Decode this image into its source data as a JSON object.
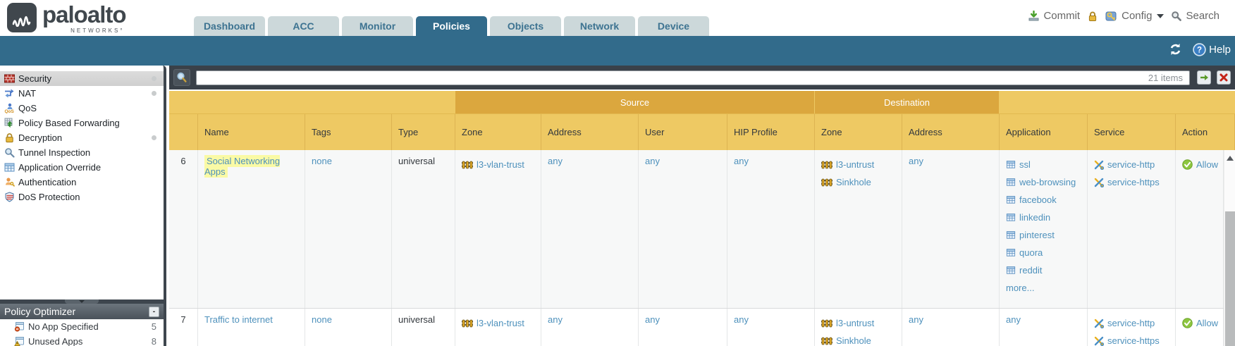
{
  "header": {
    "brand": {
      "name": "paloalto",
      "sub": "NETWORKS°"
    },
    "tabs": [
      {
        "label": "Dashboard"
      },
      {
        "label": "ACC"
      },
      {
        "label": "Monitor"
      },
      {
        "label": "Policies"
      },
      {
        "label": "Objects"
      },
      {
        "label": "Network"
      },
      {
        "label": "Device"
      }
    ],
    "active_tab": "Policies",
    "commit_label": "Commit",
    "config_label": "Config",
    "search_label": "Search",
    "help_label": "Help"
  },
  "sidebar": {
    "items": [
      {
        "label": "Security",
        "icon": "security-icon",
        "selected": true,
        "dot": true
      },
      {
        "label": "NAT",
        "icon": "nat-icon",
        "dot": true
      },
      {
        "label": "QoS",
        "icon": "qos-icon"
      },
      {
        "label": "Policy Based Forwarding",
        "icon": "policy-based-forwarding-icon"
      },
      {
        "label": "Decryption",
        "icon": "decryption-icon",
        "dot": true
      },
      {
        "label": "Tunnel Inspection",
        "icon": "tunnel-inspection-icon"
      },
      {
        "label": "Application Override",
        "icon": "application-override-icon"
      },
      {
        "label": "Authentication",
        "icon": "authentication-icon"
      },
      {
        "label": "DoS Protection",
        "icon": "dos-protection-icon"
      }
    ],
    "optimizer": {
      "title": "Policy Optimizer",
      "collapse_label": "-",
      "items": [
        {
          "label": "No App Specified",
          "icon": "no-app-specified-icon",
          "count": "5"
        },
        {
          "label": "Unused Apps",
          "icon": "unused-apps-icon",
          "count": "8"
        }
      ]
    }
  },
  "toolbar": {
    "items_count": "21 items",
    "filter_value": ""
  },
  "table": {
    "groups": {
      "source": "Source",
      "destination": "Destination"
    },
    "columns": [
      "Name",
      "Tags",
      "Type",
      "Zone",
      "Address",
      "User",
      "HIP Profile",
      "Zone",
      "Address",
      "Application",
      "Service",
      "Action"
    ],
    "rows": [
      {
        "num": "6",
        "name": "Social Networking Apps",
        "highlighted": true,
        "tags": "none",
        "type": "universal",
        "src_zone": [
          "l3-vlan-trust"
        ],
        "src_address": "any",
        "user": "any",
        "hip_profile": "any",
        "dst_zone": [
          "l3-untrust",
          "Sinkhole"
        ],
        "dst_address": "any",
        "applications": [
          "ssl",
          "web-browsing",
          "facebook",
          "linkedin",
          "pinterest",
          "quora",
          "reddit"
        ],
        "applications_more": "more...",
        "services": [
          "service-http",
          "service-https"
        ],
        "action": "Allow"
      },
      {
        "num": "7",
        "name": "Traffic to internet",
        "highlighted": false,
        "tags": "none",
        "type": "universal",
        "src_zone": [
          "l3-vlan-trust"
        ],
        "src_address": "any",
        "user": "any",
        "hip_profile": "any",
        "dst_zone": [
          "l3-untrust",
          "Sinkhole"
        ],
        "dst_address": "any",
        "applications_any": "any",
        "services": [
          "service-http",
          "service-https"
        ],
        "action": "Allow"
      }
    ]
  },
  "colors": {
    "teal": "#326b8b",
    "toolbar_slate": "#3a4149",
    "header_orange": "#eec963",
    "group_orange": "#dba73e",
    "link_blue": "#4e91bc",
    "highlight_yellow": "#fafaa5",
    "allow_green": "#8dc63f"
  }
}
